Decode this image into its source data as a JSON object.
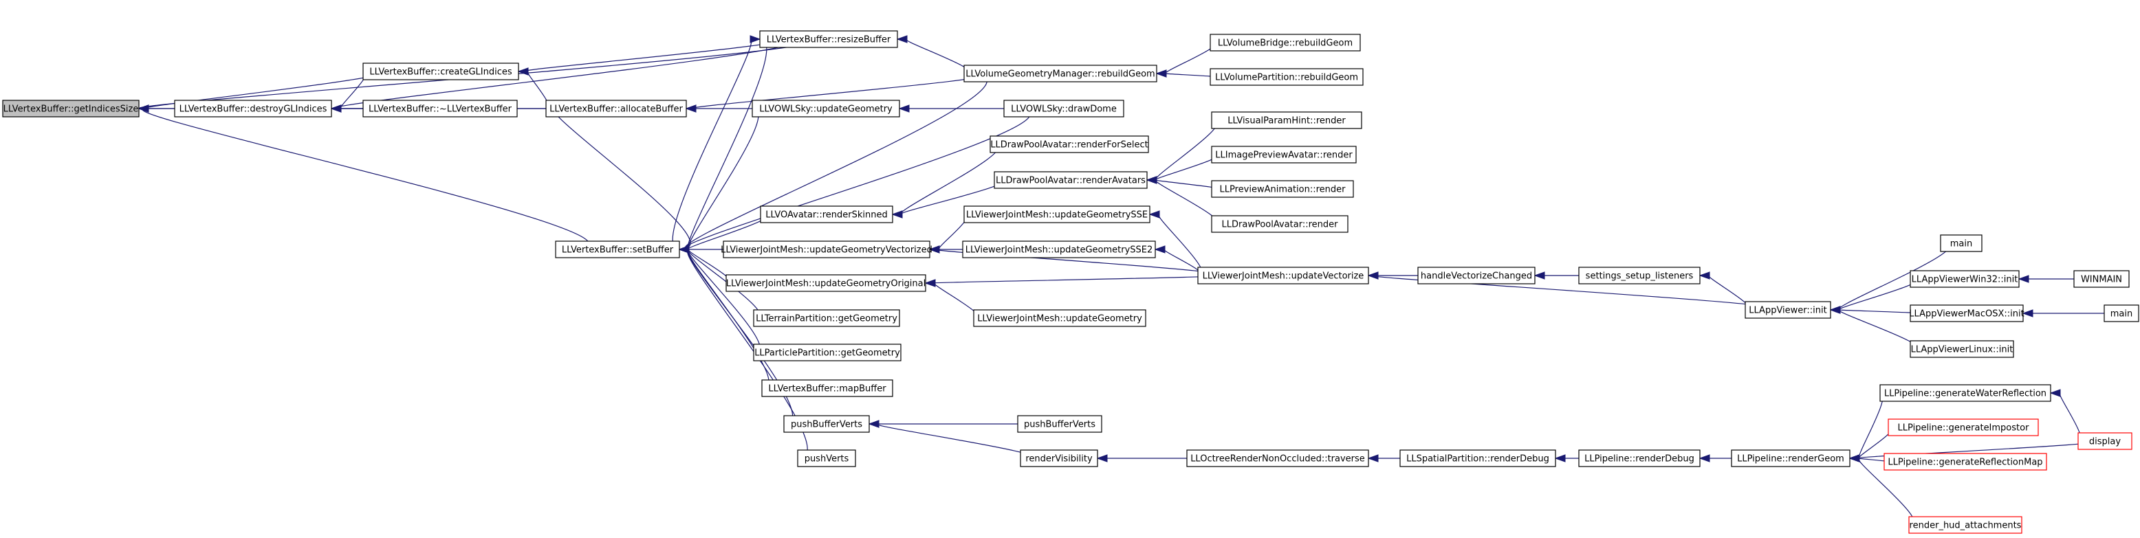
{
  "diagram": {
    "nodes": [
      {
        "id": "root",
        "label": "LLVertexBuffer::getIndicesSize",
        "style": "root"
      },
      {
        "id": "destroyGL",
        "label": "LLVertexBuffer::destroyGLIndices",
        "style": "normal"
      },
      {
        "id": "createGL",
        "label": "LLVertexBuffer::createGLIndices",
        "style": "normal"
      },
      {
        "id": "dtor",
        "label": "LLVertexBuffer::~LLVertexBuffer",
        "style": "normal"
      },
      {
        "id": "setBuffer",
        "label": "LLVertexBuffer::setBuffer",
        "style": "normal"
      },
      {
        "id": "resizeBuffer",
        "label": "LLVertexBuffer::resizeBuffer",
        "style": "normal"
      },
      {
        "id": "allocateBuffer",
        "label": "LLVertexBuffer::allocateBuffer",
        "style": "normal"
      },
      {
        "id": "volGeomMgr",
        "label": "LLVolumeGeometryManager::rebuildGeom",
        "style": "normal"
      },
      {
        "id": "volBridge",
        "label": "LLVolumeBridge::rebuildGeom",
        "style": "normal"
      },
      {
        "id": "volPartition",
        "label": "LLVolumePartition::rebuildGeom",
        "style": "normal"
      },
      {
        "id": "owlUpdate",
        "label": "LLVOWLSky::updateGeometry",
        "style": "normal"
      },
      {
        "id": "owlDraw",
        "label": "LLVOWLSky::drawDome",
        "style": "normal"
      },
      {
        "id": "renderForSelect",
        "label": "LLDrawPoolAvatar::renderForSelect",
        "style": "normal"
      },
      {
        "id": "renderAvatars",
        "label": "LLDrawPoolAvatar::renderAvatars",
        "style": "normal"
      },
      {
        "id": "renderSkinned",
        "label": "LLVOAvatar::renderSkinned",
        "style": "normal"
      },
      {
        "id": "visParamHint",
        "label": "LLVisualParamHint::render",
        "style": "normal"
      },
      {
        "id": "imagePreview",
        "label": "LLImagePreviewAvatar::render",
        "style": "normal"
      },
      {
        "id": "previewAnim",
        "label": "LLPreviewAnimation::render",
        "style": "normal"
      },
      {
        "id": "drawPoolAvatar",
        "label": "LLDrawPoolAvatar::render",
        "style": "normal"
      },
      {
        "id": "ugSSE",
        "label": "LLViewerJointMesh::updateGeometrySSE",
        "style": "normal"
      },
      {
        "id": "ugSSE2",
        "label": "LLViewerJointMesh::updateGeometrySSE2",
        "style": "normal"
      },
      {
        "id": "ugVectorized",
        "label": "LLViewerJointMesh::updateGeometryVectorized",
        "style": "normal"
      },
      {
        "id": "ugOriginal",
        "label": "LLViewerJointMesh::updateGeometryOriginal",
        "style": "normal"
      },
      {
        "id": "ugGeometry",
        "label": "LLViewerJointMesh::updateGeometry",
        "style": "normal"
      },
      {
        "id": "updateVectorize",
        "label": "LLViewerJointMesh::updateVectorize",
        "style": "normal"
      },
      {
        "id": "handleVectorize",
        "label": "handleVectorizeChanged",
        "style": "normal"
      },
      {
        "id": "settingsListeners",
        "label": "settings_setup_listeners",
        "style": "normal"
      },
      {
        "id": "appViewerInit",
        "label": "LLAppViewer::init",
        "style": "normal"
      },
      {
        "id": "main1",
        "label": "main",
        "style": "normal"
      },
      {
        "id": "win32Init",
        "label": "LLAppViewerWin32::init",
        "style": "normal"
      },
      {
        "id": "winmain",
        "label": "WINMAIN",
        "style": "normal"
      },
      {
        "id": "macInit",
        "label": "LLAppViewerMacOSX::init",
        "style": "normal"
      },
      {
        "id": "main2",
        "label": "main",
        "style": "normal"
      },
      {
        "id": "linuxInit",
        "label": "LLAppViewerLinux::init",
        "style": "normal"
      },
      {
        "id": "terrainGeom",
        "label": "LLTerrainPartition::getGeometry",
        "style": "normal"
      },
      {
        "id": "particleGeom",
        "label": "LLParticlePartition::getGeometry",
        "style": "normal"
      },
      {
        "id": "mapBuffer",
        "label": "LLVertexBuffer::mapBuffer",
        "style": "normal"
      },
      {
        "id": "pushBufferVerts1",
        "label": "pushBufferVerts",
        "style": "normal"
      },
      {
        "id": "pushBufferVerts2",
        "label": "pushBufferVerts",
        "style": "normal"
      },
      {
        "id": "pushVerts",
        "label": "pushVerts",
        "style": "normal"
      },
      {
        "id": "renderVisibility",
        "label": "renderVisibility",
        "style": "normal"
      },
      {
        "id": "octreeTraverse",
        "label": "LLOctreeRenderNonOccluded::traverse",
        "style": "normal"
      },
      {
        "id": "spatialRenderDebug",
        "label": "LLSpatialPartition::renderDebug",
        "style": "normal"
      },
      {
        "id": "pipeRenderDebug",
        "label": "LLPipeline::renderDebug",
        "style": "normal"
      },
      {
        "id": "pipeRenderGeom",
        "label": "LLPipeline::renderGeom",
        "style": "normal"
      },
      {
        "id": "genWaterRefl",
        "label": "LLPipeline::generateWaterReflection",
        "style": "normal"
      },
      {
        "id": "genImpostor",
        "label": "LLPipeline::generateImpostor",
        "style": "truncated"
      },
      {
        "id": "genReflMap",
        "label": "LLPipeline::generateReflectionMap",
        "style": "truncated"
      },
      {
        "id": "display",
        "label": "display",
        "style": "truncated"
      },
      {
        "id": "hudAttach",
        "label": "render_hud_attachments",
        "style": "truncated"
      }
    ],
    "edges": [
      [
        "destroyGL",
        "root"
      ],
      [
        "createGL",
        "root"
      ],
      [
        "resizeBuffer",
        "root"
      ],
      [
        "allocateBuffer",
        "root"
      ],
      [
        "setBuffer",
        "root"
      ],
      [
        "createGL",
        "destroyGL"
      ],
      [
        "resizeBuffer",
        "destroyGL"
      ],
      [
        "allocateBuffer",
        "destroyGL"
      ],
      [
        "dtor",
        "destroyGL"
      ],
      [
        "resizeBuffer",
        "createGL"
      ],
      [
        "allocateBuffer",
        "createGL"
      ],
      [
        "volGeomMgr",
        "resizeBuffer"
      ],
      [
        "setBuffer",
        "resizeBuffer"
      ],
      [
        "setBuffer",
        "allocateBuffer"
      ],
      [
        "volGeomMgr",
        "allocateBuffer"
      ],
      [
        "owlUpdate",
        "allocateBuffer"
      ],
      [
        "volBridge",
        "volGeomMgr"
      ],
      [
        "volPartition",
        "volGeomMgr"
      ],
      [
        "owlDraw",
        "owlUpdate"
      ],
      [
        "renderForSelect",
        "renderSkinned"
      ],
      [
        "renderAvatars",
        "renderSkinned"
      ],
      [
        "visParamHint",
        "renderAvatars"
      ],
      [
        "imagePreview",
        "renderAvatars"
      ],
      [
        "previewAnim",
        "renderAvatars"
      ],
      [
        "drawPoolAvatar",
        "renderAvatars"
      ],
      [
        "ugSSE",
        "ugVectorized"
      ],
      [
        "ugSSE2",
        "ugVectorized"
      ],
      [
        "updateVectorize",
        "ugVectorized"
      ],
      [
        "updateVectorize",
        "ugSSE"
      ],
      [
        "updateVectorize",
        "ugSSE2"
      ],
      [
        "ugGeometry",
        "ugOriginal"
      ],
      [
        "updateVectorize",
        "ugOriginal"
      ],
      [
        "handleVectorize",
        "updateVectorize"
      ],
      [
        "appViewerInit",
        "updateVectorize"
      ],
      [
        "settingsListeners",
        "handleVectorize"
      ],
      [
        "appViewerInit",
        "settingsListeners"
      ],
      [
        "main1",
        "appViewerInit"
      ],
      [
        "win32Init",
        "appViewerInit"
      ],
      [
        "macInit",
        "appViewerInit"
      ],
      [
        "linuxInit",
        "appViewerInit"
      ],
      [
        "winmain",
        "win32Init"
      ],
      [
        "main2",
        "macInit"
      ],
      [
        "resizeBuffer",
        "setBuffer"
      ],
      [
        "volGeomMgr",
        "setBuffer"
      ],
      [
        "owlUpdate",
        "setBuffer"
      ],
      [
        "owlDraw",
        "setBuffer"
      ],
      [
        "renderSkinned",
        "setBuffer"
      ],
      [
        "ugVectorized",
        "setBuffer"
      ],
      [
        "ugOriginal",
        "setBuffer"
      ],
      [
        "terrainGeom",
        "setBuffer"
      ],
      [
        "particleGeom",
        "setBuffer"
      ],
      [
        "mapBuffer",
        "setBuffer"
      ],
      [
        "pushBufferVerts1",
        "setBuffer"
      ],
      [
        "pushVerts",
        "setBuffer"
      ],
      [
        "pushBufferVerts2",
        "pushBufferVerts1"
      ],
      [
        "renderVisibility",
        "pushBufferVerts1"
      ],
      [
        "octreeTraverse",
        "renderVisibility"
      ],
      [
        "spatialRenderDebug",
        "octreeTraverse"
      ],
      [
        "pipeRenderDebug",
        "spatialRenderDebug"
      ],
      [
        "pipeRenderGeom",
        "pipeRenderDebug"
      ],
      [
        "genWaterRefl",
        "pipeRenderGeom"
      ],
      [
        "genImpostor",
        "pipeRenderGeom"
      ],
      [
        "genReflMap",
        "pipeRenderGeom"
      ],
      [
        "display",
        "pipeRenderGeom"
      ],
      [
        "hudAttach",
        "pipeRenderGeom"
      ],
      [
        "display",
        "genWaterRefl"
      ]
    ]
  }
}
